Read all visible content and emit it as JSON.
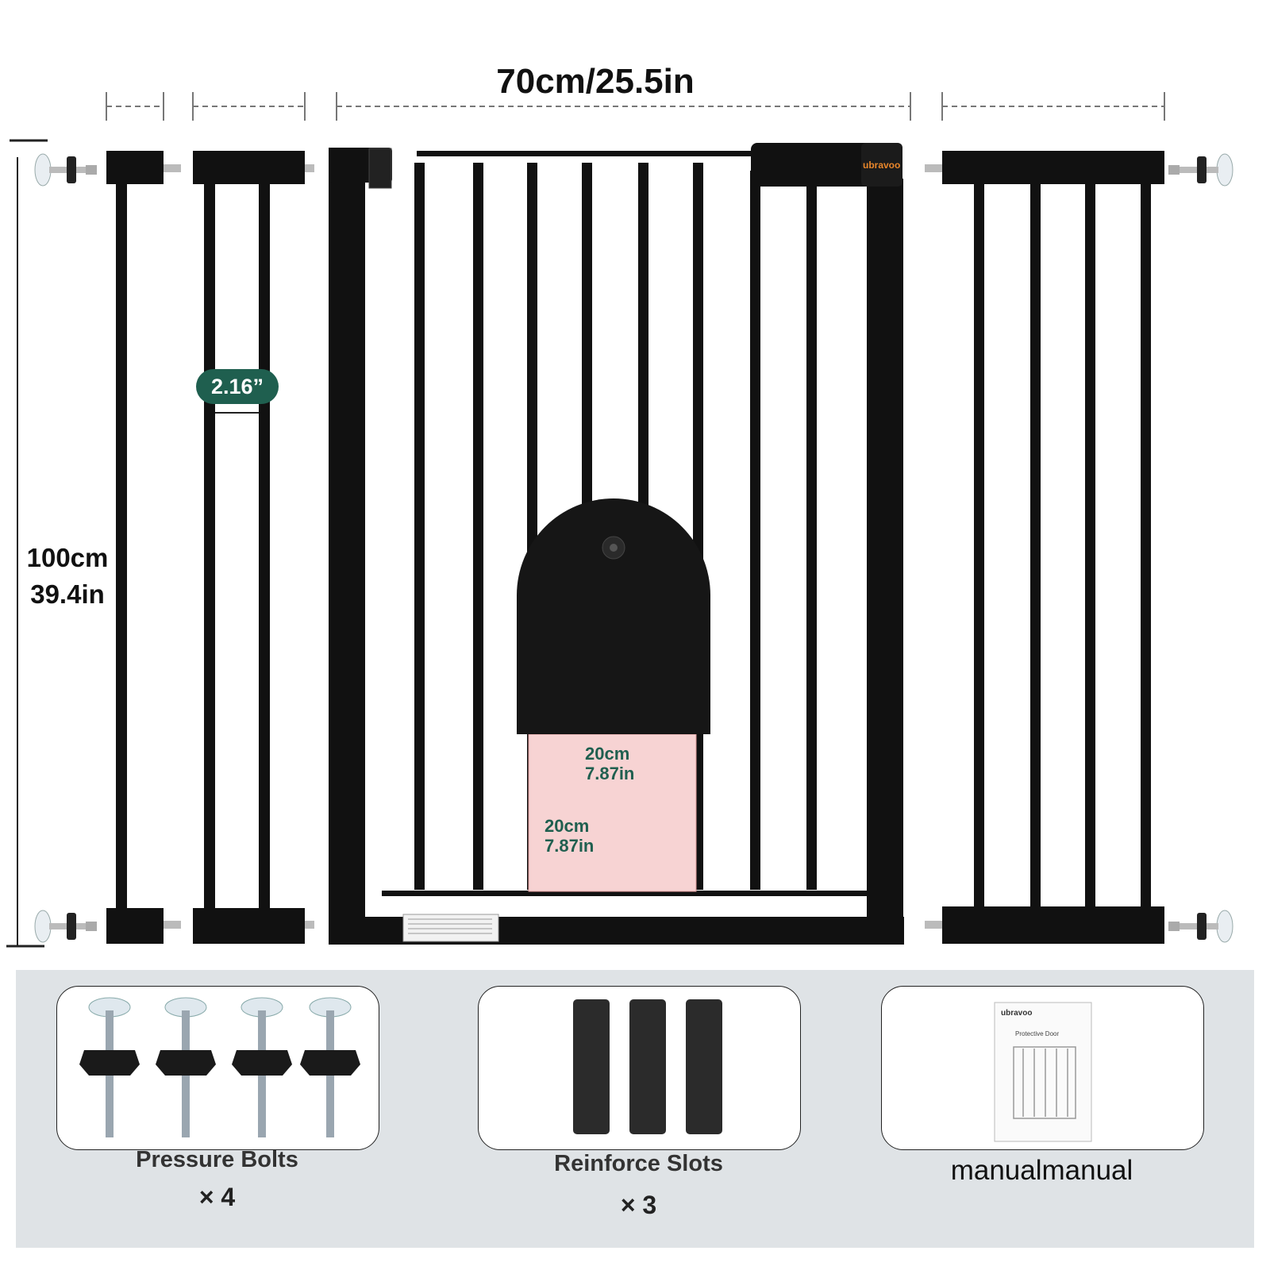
{
  "dimensions": {
    "width_label": "70cm/25.5in",
    "height_label": {
      "cm": "100cm",
      "in": "39.4in"
    },
    "bar_spacing_label": "2.16”",
    "opening_width": {
      "cm": "20cm",
      "in": "7.87in"
    },
    "opening_height": {
      "cm": "20cm",
      "in": "7.87in"
    }
  },
  "brand": {
    "name": "ubravoo",
    "accent_color": "#e8862a"
  },
  "colors": {
    "gate": "#111111",
    "opening_fill": "#f7d3d3",
    "pill": "#1f5f4f",
    "band": "#dfe3e6"
  },
  "accessories": [
    {
      "name": "Pressure Bolts",
      "quantity": "× 4"
    },
    {
      "name": "Reinforce Slots",
      "quantity": "× 3"
    },
    {
      "name": "manualmanual",
      "quantity": ""
    }
  ],
  "manual_thumbnail": {
    "brand": "ubravoo",
    "title": "Protective Door"
  }
}
